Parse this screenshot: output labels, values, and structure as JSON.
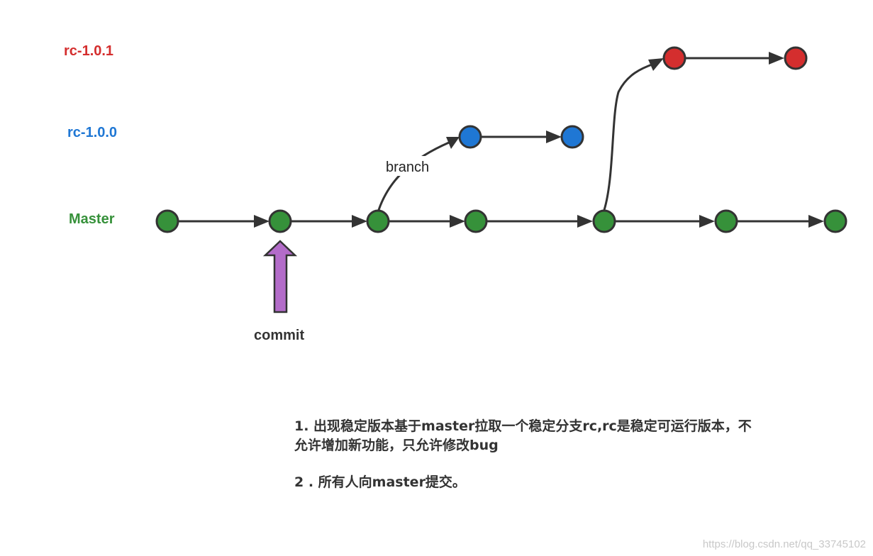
{
  "lanes": {
    "rc101": {
      "label": "rc-1.0.1",
      "color": "#d42e2e"
    },
    "rc100": {
      "label": "rc-1.0.0",
      "color": "#1f77d4"
    },
    "master": {
      "label": "Master",
      "color": "#36913a"
    }
  },
  "nodes": {
    "master": 7,
    "rc100": 2,
    "rc101": 2
  },
  "edges": {
    "branch_label": "branch"
  },
  "commit_arrow": {
    "label": "commit",
    "color": "#b36cc9"
  },
  "notes": {
    "item1": "1. 出现稳定版本基于master拉取一个稳定分支rc,rc是稳定可运行版本，不允许增加新功能，只允许修改bug",
    "item2": "2 . 所有人向master提交。"
  },
  "watermark": "https://blog.csdn.net/qq_33745102"
}
